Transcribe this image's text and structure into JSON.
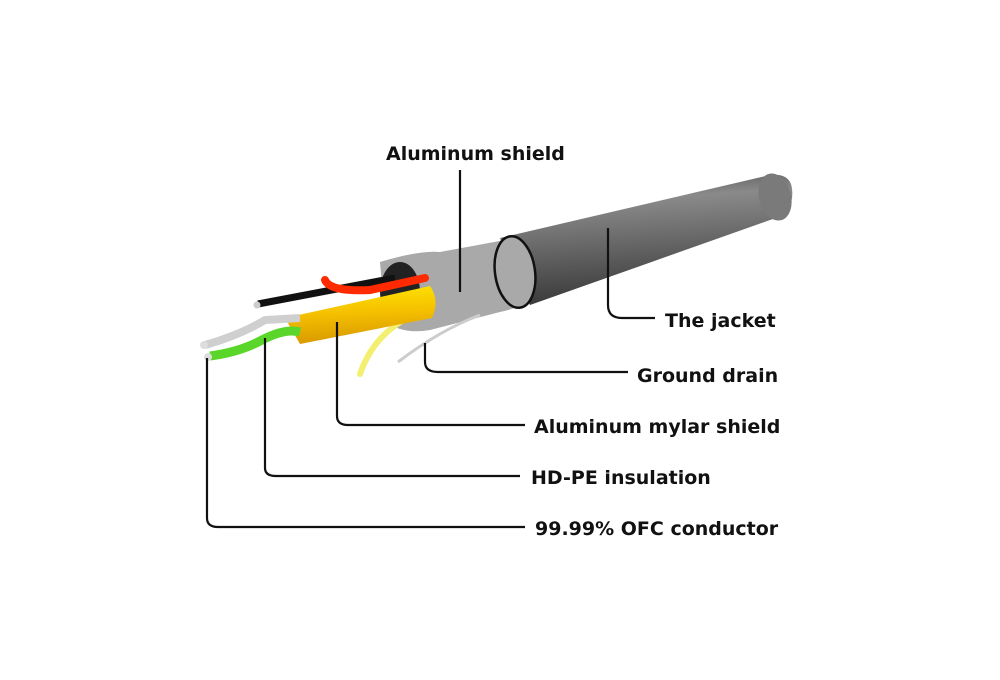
{
  "diagram": {
    "labels": {
      "aluminum_shield": "Aluminum shield",
      "jacket": "The jacket",
      "ground_drain": "Ground drain",
      "mylar_shield": "Aluminum mylar shield",
      "insulation": "HD-PE insulation",
      "conductor": "99.99% OFC conductor"
    },
    "colors": {
      "jacket": "#6b6b6b",
      "shield": "#a9a9a9",
      "mylar": "#f2b800",
      "red_wire": "#ff2a00",
      "black_wire": "#111111",
      "green_wire": "#5ad62a",
      "yellow_wire": "#f3ef70"
    }
  }
}
